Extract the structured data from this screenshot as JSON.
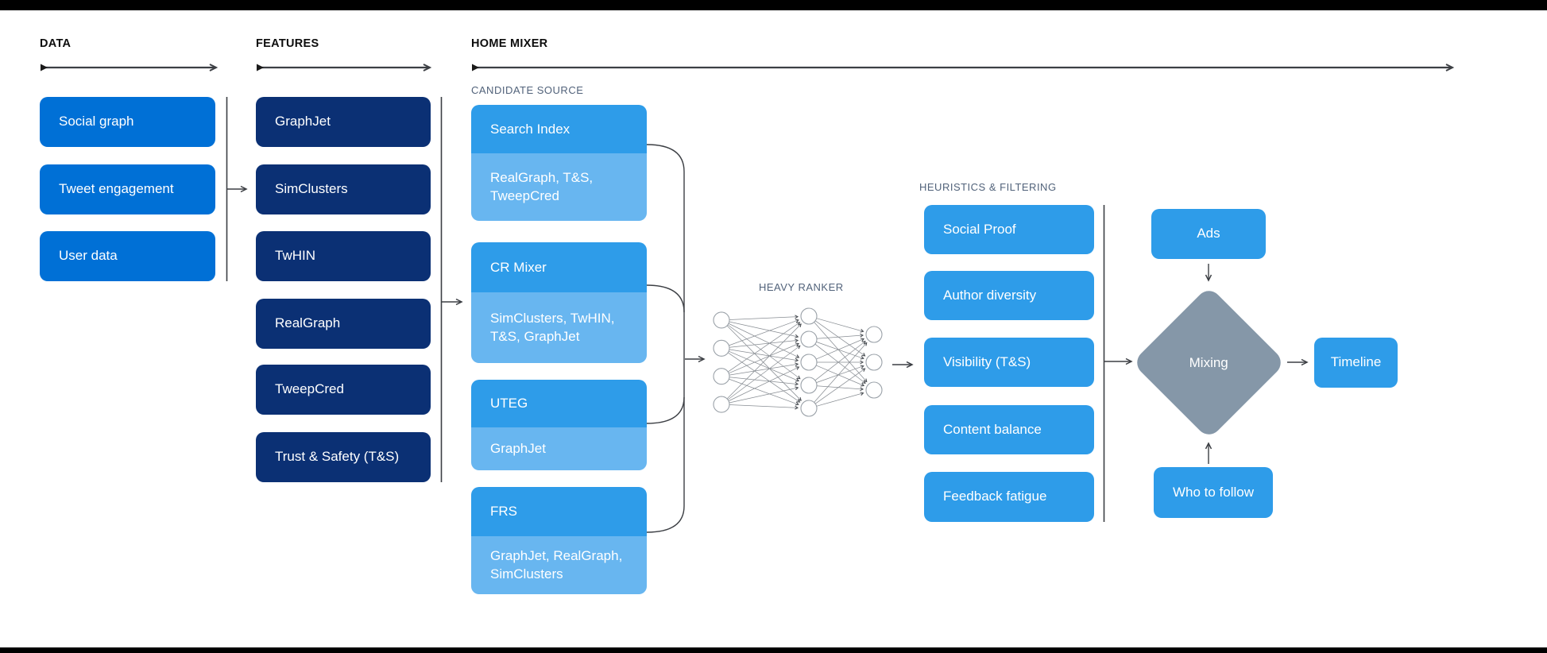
{
  "headers": {
    "data": "DATA",
    "features": "FEATURES",
    "home_mixer": "HOME MIXER"
  },
  "data_column": {
    "items": [
      "Social graph",
      "Tweet engagement",
      "User data"
    ]
  },
  "features_column": {
    "items": [
      "GraphJet",
      "SimClusters",
      "TwHIN",
      "RealGraph",
      "TweepCred",
      "Trust & Safety (T&S)"
    ]
  },
  "candidate_source": {
    "label": "CANDIDATE SOURCE",
    "groups": [
      {
        "title": "Search Index",
        "sources": "RealGraph, T&S, TweepCred"
      },
      {
        "title": "CR Mixer",
        "sources": "SimClusters, TwHIN, T&S, GraphJet"
      },
      {
        "title": "UTEG",
        "sources": "GraphJet"
      },
      {
        "title": "FRS",
        "sources": "GraphJet, RealGraph, SimClusters"
      }
    ]
  },
  "heavy_ranker": {
    "label": "HEAVY RANKER",
    "layers": [
      4,
      5,
      3
    ]
  },
  "heuristics": {
    "label": "HEURISTICS & FILTERING",
    "items": [
      "Social Proof",
      "Author diversity",
      "Visibility (T&S)",
      "Content balance",
      "Feedback fatigue"
    ]
  },
  "mixing": {
    "ads": "Ads",
    "diamond": "Mixing",
    "who_to_follow": "Who to follow",
    "timeline": "Timeline"
  },
  "colors": {
    "primary_blue": "#0070d6",
    "navy": "#0b3074",
    "sky_blue": "#2e9ce9",
    "light_blue": "#68b6f0",
    "diamond_gray": "#8597a8",
    "line": "#3c3f44"
  }
}
